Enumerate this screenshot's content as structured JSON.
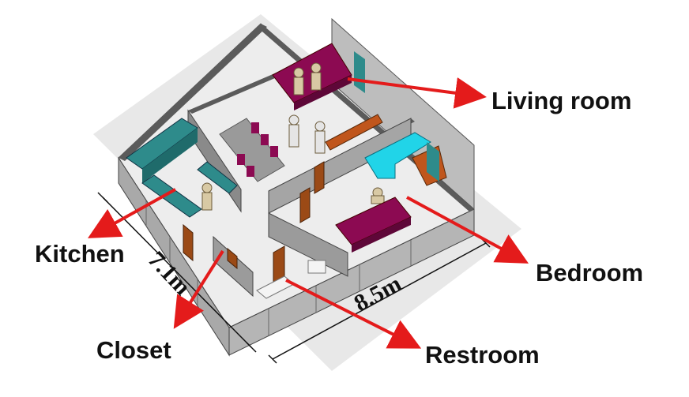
{
  "labels": {
    "living_room": "Living room",
    "kitchen": "Kitchen",
    "bedroom": "Bedroom",
    "closet": "Closet",
    "restroom": "Restroom"
  },
  "dimensions": {
    "width": "7.1m",
    "length": "8.5m"
  },
  "colors": {
    "arrow": "#e41b1b",
    "wall_top": "#5b5b5b",
    "wall_face": "#a9a9a9",
    "floor": "#ededed",
    "sofa_living": "#8c0a52",
    "bed": "#8c0a52",
    "kitchen_counter": "#2e8b8b",
    "desk": "#21d4e8",
    "door": "#9b4a16",
    "furniture_wood": "#c0561c"
  }
}
